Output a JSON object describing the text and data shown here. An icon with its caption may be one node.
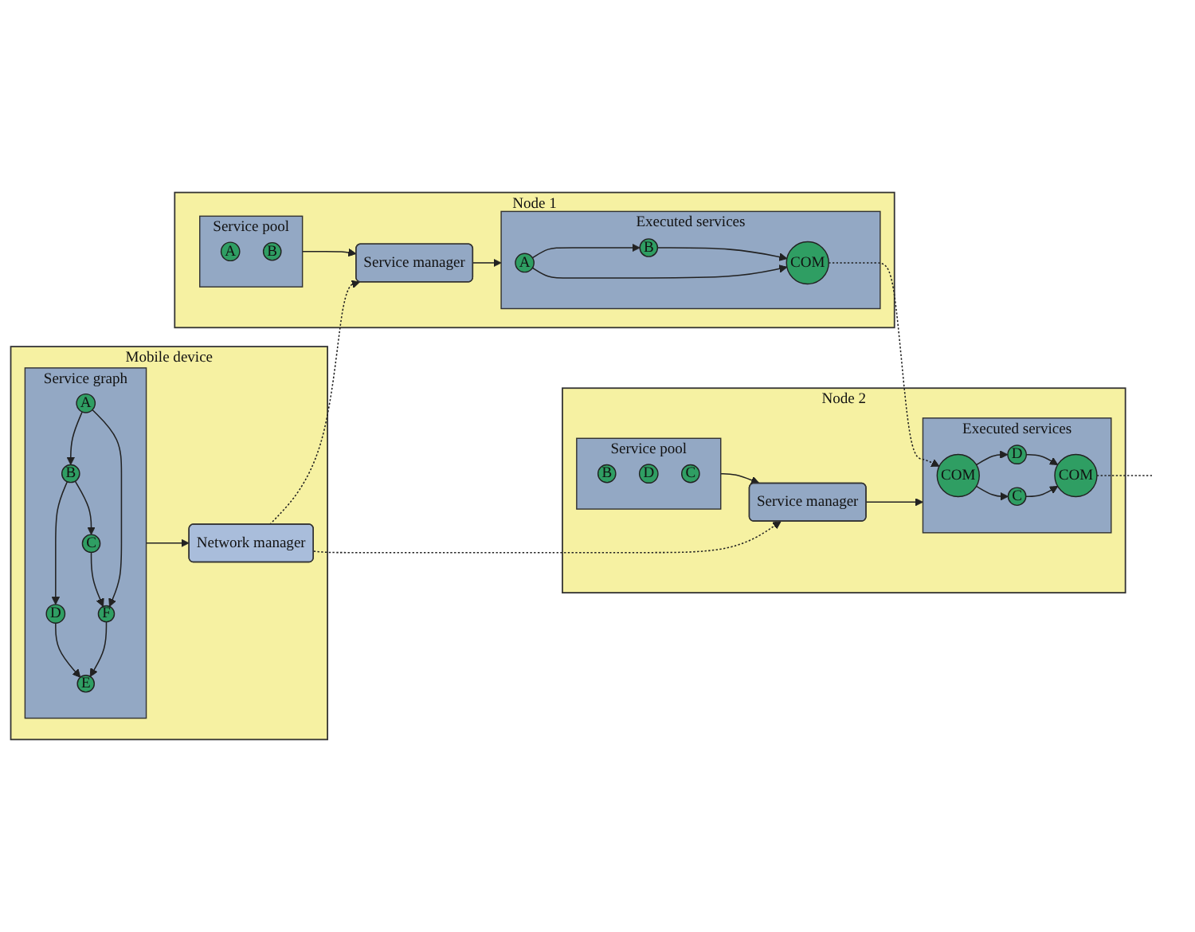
{
  "diagram": {
    "nodes": [
      {
        "text": [
          "Mobile device"
        ]
      },
      {
        "text": [
          "Service graph"
        ],
        "in": 0
      },
      {
        "text": [
          "A"
        ],
        "in": 1
      },
      {
        "text": [
          "B"
        ],
        "in": 1
      },
      {
        "text": [
          "D"
        ],
        "in": 1
      },
      {
        "text": [
          "C"
        ],
        "in": 1
      },
      {
        "text": [
          "F"
        ],
        "in": 1
      },
      {
        "text": [
          "E"
        ],
        "in": 1
      },
      {
        "text": [
          "Network manager"
        ],
        "in": 0
      },
      {
        "text": [
          "Node 1"
        ]
      },
      {
        "text": [
          "Service pool"
        ],
        "in": 9
      },
      {
        "text": [
          "A"
        ],
        "in": 10
      },
      {
        "text": [
          "B"
        ],
        "in": 10
      },
      {
        "text": [
          "Executed services"
        ],
        "in": 9
      },
      {
        "text": [
          "A"
        ],
        "in": 13
      },
      {
        "text": [
          "B"
        ],
        "in": 13
      },
      {
        "text": [
          "COM"
        ],
        "in": 13
      },
      {
        "text": [
          "Service manager"
        ],
        "in": 9
      },
      {
        "text": [
          "Node 2"
        ]
      },
      {
        "text": [
          "Service pool"
        ],
        "in": 18
      },
      {
        "text": [
          "B"
        ],
        "in": 19
      },
      {
        "text": [
          "D"
        ],
        "in": 19
      },
      {
        "text": [
          "C"
        ],
        "in": 19
      },
      {
        "text": [
          "Executed services"
        ],
        "in": 18
      },
      {
        "text": [
          "COM"
        ],
        "in": 23
      },
      {
        "text": [
          "D"
        ],
        "in": 23
      },
      {
        "text": [
          "C"
        ],
        "in": 23
      },
      {
        "text": [
          "COM"
        ],
        "in": 23
      },
      {
        "text": [
          "Service manager"
        ],
        "in": 18
      }
    ],
    "edges": [
      {
        "from": 2,
        "to": 3,
        "arrow": "to"
      },
      {
        "from": 2,
        "to": 6,
        "arrow": "to"
      },
      {
        "from": 3,
        "to": 4,
        "arrow": "to"
      },
      {
        "from": 3,
        "to": 5,
        "arrow": "to"
      },
      {
        "from": 5,
        "to": 6,
        "arrow": "to"
      },
      {
        "from": 4,
        "to": 7,
        "arrow": "to"
      },
      {
        "from": 6,
        "to": 7,
        "arrow": "to"
      },
      {
        "from": 1,
        "to": 8,
        "arrow": "to"
      },
      {
        "from": 8,
        "to": 17,
        "arrow": "to",
        "style": "dashed"
      },
      {
        "from": 8,
        "to": 28,
        "arrow": "to",
        "style": "dashed"
      },
      {
        "from": 10,
        "to": 17,
        "arrow": "to"
      },
      {
        "from": 17,
        "to": 13,
        "arrow": "to"
      },
      {
        "from": 14,
        "to": 15,
        "arrow": "to"
      },
      {
        "from": 14,
        "to": 16,
        "arrow": "to"
      },
      {
        "from": 15,
        "to": 16,
        "arrow": "to"
      },
      {
        "from": 16,
        "to": 24,
        "arrow": "to",
        "style": "dashed"
      },
      {
        "from": 19,
        "to": 28,
        "arrow": "to"
      },
      {
        "from": 28,
        "to": 23,
        "arrow": "to"
      },
      {
        "from": 24,
        "to": 25,
        "arrow": "to"
      },
      {
        "from": 24,
        "to": 26,
        "arrow": "to"
      },
      {
        "from": 25,
        "to": 27,
        "arrow": "to"
      },
      {
        "from": 26,
        "to": 27,
        "arrow": "to"
      },
      {
        "from": 27,
        "to": null,
        "arrow": "none",
        "style": "dashed"
      }
    ]
  }
}
